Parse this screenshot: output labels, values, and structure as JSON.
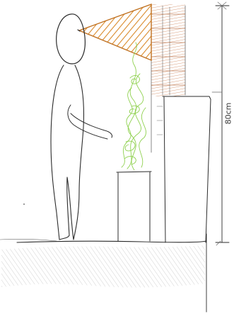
{
  "diagram": {
    "dimension_label": "80cm",
    "colors": {
      "pencil": "#2b2b2b",
      "view_cone": "#d98a2b",
      "wall_brick": "#c9784a",
      "plant": "#8fd14f",
      "ground_hatch": "#9a9a9a"
    },
    "elements": [
      "person-figure",
      "view-cone",
      "brick-wall",
      "counter-block",
      "plant-pot",
      "climbing-plant",
      "ground-line",
      "height-dimension"
    ]
  }
}
